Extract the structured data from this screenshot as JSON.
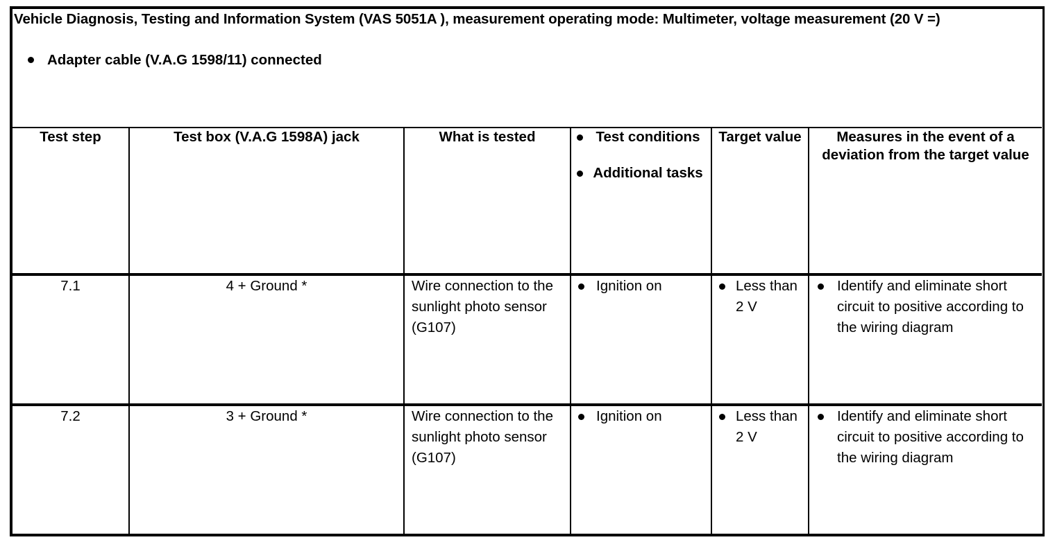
{
  "document": {
    "title_line": "Vehicle Diagnosis, Testing and Information System (VAS 5051A ), measurement operating mode: Multimeter, voltage measurement (20 V =)",
    "preconditions": [
      "Adapter cable (V.A.G 1598/11) connected"
    ]
  },
  "table": {
    "columns": [
      {
        "id": "test-step",
        "label": "Test step"
      },
      {
        "id": "test-box-jack",
        "label": "Test box (V.A.G 1598A) jack"
      },
      {
        "id": "what-is-tested",
        "label": "What is tested"
      },
      {
        "id": "test-conditions",
        "label_items": [
          "Test conditions",
          "Additional tasks"
        ]
      },
      {
        "id": "target-value",
        "label": "Target value"
      },
      {
        "id": "measures",
        "label": "Measures in the event of a deviation from the target value"
      }
    ],
    "rows": [
      {
        "step": "7.1",
        "jack": "4 + Ground *",
        "tested": "Wire connection to the sunlight photo sensor (G107)",
        "conditions": [
          "Ignition on"
        ],
        "target": [
          "Less than 2 V"
        ],
        "measures": [
          "Identify and eliminate short circuit to positive according to the wiring diagram"
        ]
      },
      {
        "step": "7.2",
        "jack": "3 + Ground *",
        "tested": "Wire connection to the sunlight photo sensor (G107)",
        "conditions": [
          "Ignition on"
        ],
        "target": [
          "Less than 2 V"
        ],
        "measures": [
          "Identify and eliminate short circuit to positive according to the wiring diagram"
        ]
      }
    ]
  },
  "style": {
    "ink": "#000000",
    "paper": "#ffffff"
  }
}
